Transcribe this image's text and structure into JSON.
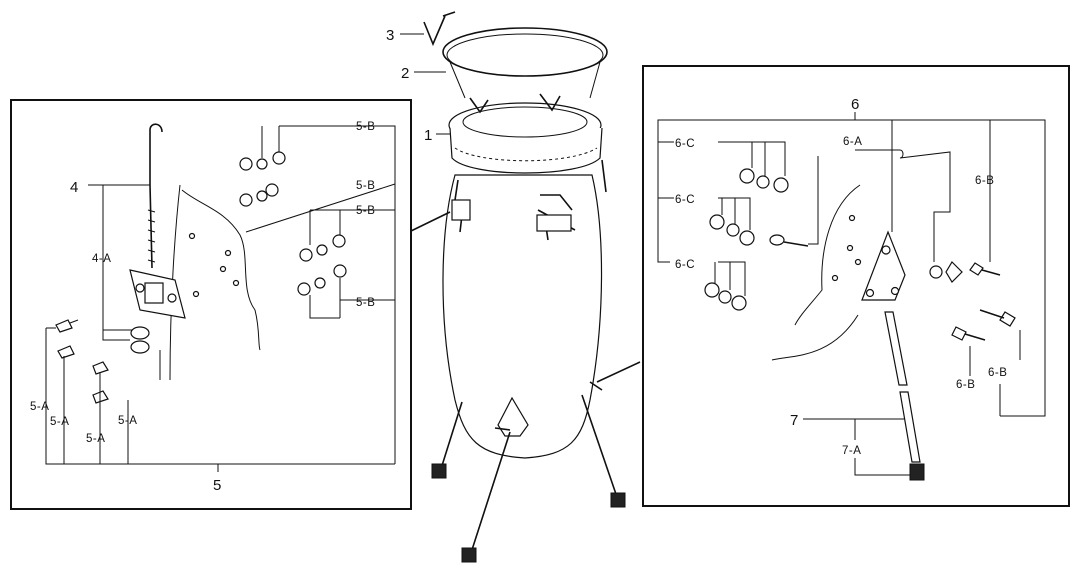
{
  "callouts": {
    "drum_head": "1",
    "hoop": "2",
    "hook_top": "3",
    "hook_rod": "4",
    "hardware_set": "5",
    "stand_set": "6",
    "leg_set": "7"
  },
  "sub_labels": {
    "rod_bracket": "4-A",
    "screw": "5-A",
    "nut_washer": "5-B",
    "bracket": "6-A",
    "bolt": "6-B",
    "nut_set": "6-C",
    "leg_foot": "7-A"
  },
  "colors": {
    "ink": "#111111",
    "paper": "#ffffff"
  }
}
